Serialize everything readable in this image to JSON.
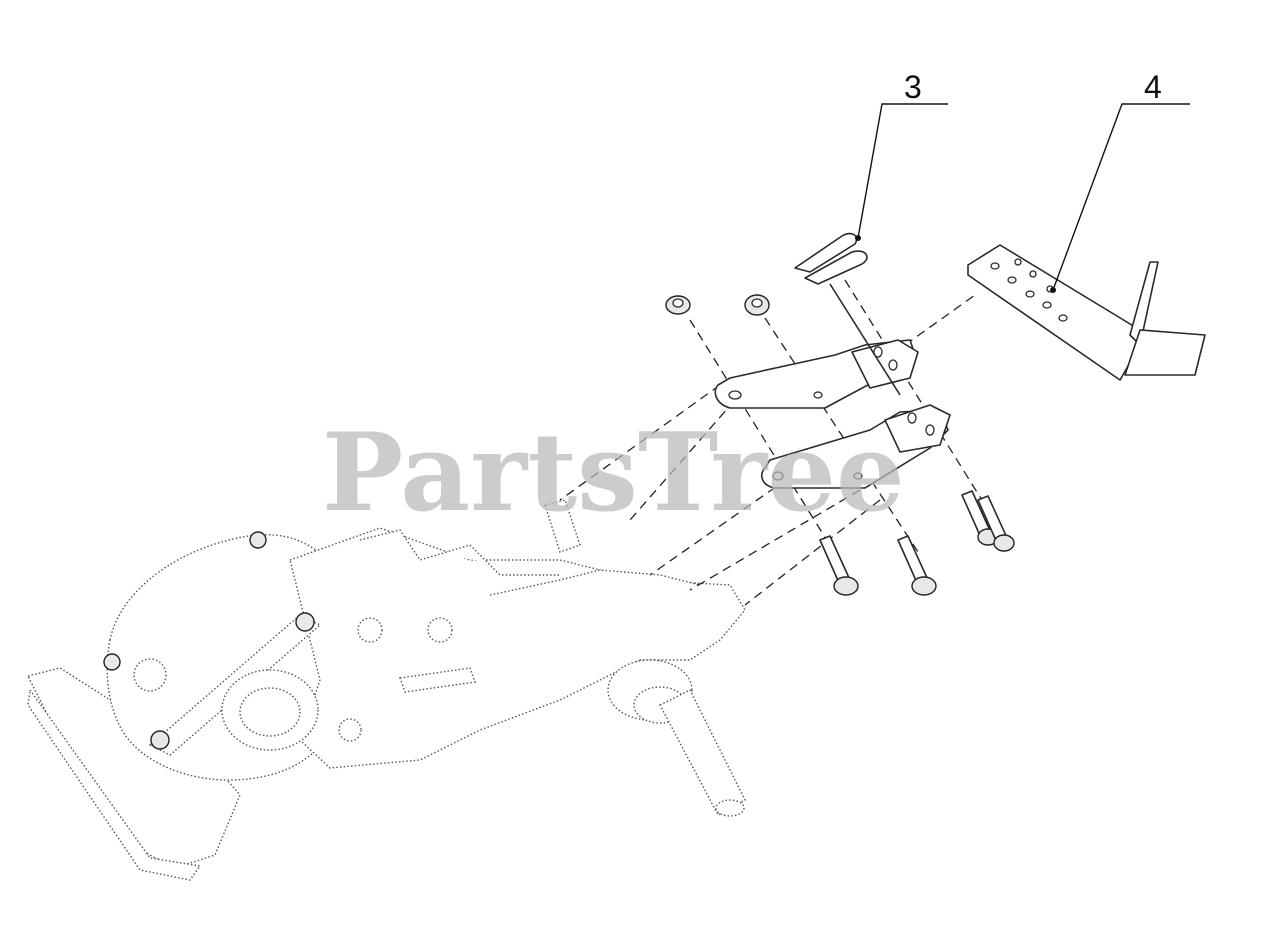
{
  "watermark": "PartsTree",
  "callouts": [
    {
      "id": "3",
      "label": "3"
    },
    {
      "id": "4",
      "label": "4"
    }
  ]
}
